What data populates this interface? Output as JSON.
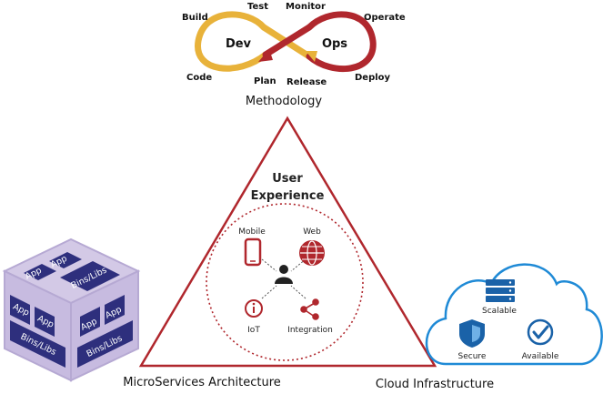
{
  "devops": {
    "dev": "Dev",
    "ops": "Ops",
    "build": "Build",
    "test": "Test",
    "monitor": "Monitor",
    "operate": "Operate",
    "code": "Code",
    "plan": "Plan",
    "release": "Release",
    "deploy": "Deploy",
    "caption": "Methodology",
    "colors": {
      "dev": "#e8b23a",
      "ops": "#b0272d"
    }
  },
  "triangle": {
    "title_line1": "User",
    "title_line2": "Experience",
    "nodes": {
      "mobile": "Mobile",
      "web": "Web",
      "iot": "IoT",
      "integration": "Integration"
    },
    "colors": {
      "accent": "#b0272d"
    }
  },
  "microservices": {
    "caption": "MicroServices Architecture",
    "app": "App",
    "bins": "Bins/Libs",
    "colors": {
      "face": "#2e2f7d",
      "frame": "#b6a9d3"
    }
  },
  "cloud": {
    "caption": "Cloud Infrastructure",
    "scalable": "Scalable",
    "secure": "Secure",
    "available": "Available",
    "colors": {
      "outline": "#1f8ad6",
      "icon": "#1a62a8"
    }
  }
}
